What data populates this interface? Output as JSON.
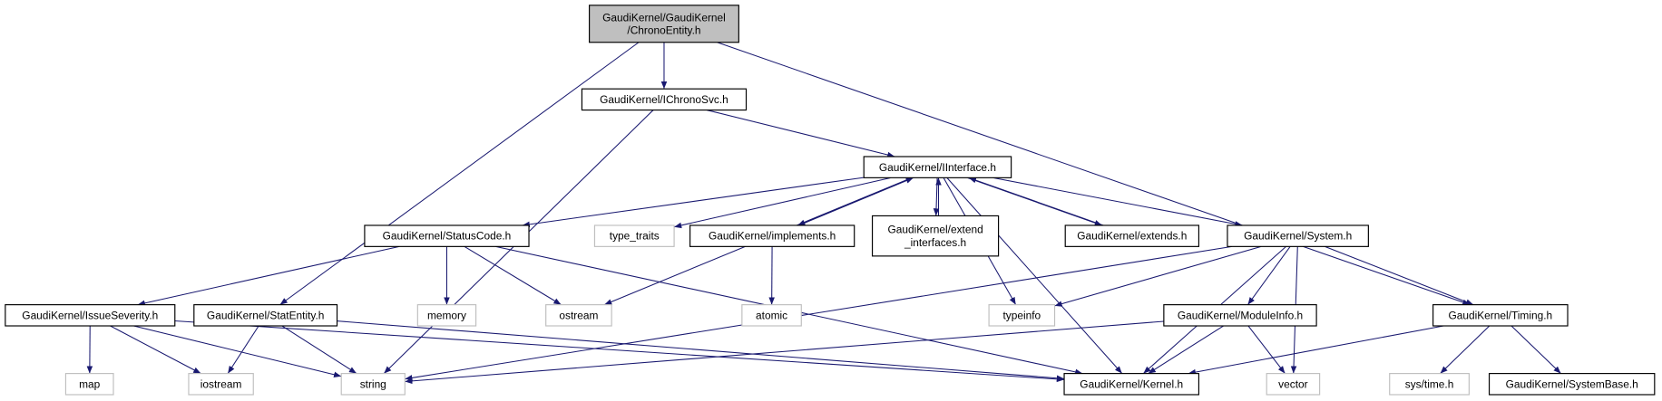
{
  "graph": {
    "edge_color": "#191970",
    "root_fill": "#bfbfbf",
    "external_border": "#bfbfbf",
    "nodes": [
      {
        "id": "chrono",
        "label": [
          "GaudiKernel/GaudiKernel",
          "/ChronoEntity.h"
        ],
        "root": true
      },
      {
        "id": "ichrono",
        "label": [
          "GaudiKernel/IChronoSvc.h"
        ]
      },
      {
        "id": "iinterface",
        "label": [
          "GaudiKernel/IInterface.h"
        ]
      },
      {
        "id": "statuscode",
        "label": [
          "GaudiKernel/StatusCode.h"
        ]
      },
      {
        "id": "type_traits",
        "label": [
          "type_traits"
        ],
        "external": true
      },
      {
        "id": "implements",
        "label": [
          "GaudiKernel/implements.h"
        ]
      },
      {
        "id": "extend_interfaces",
        "label": [
          "GaudiKernel/extend",
          "_interfaces.h"
        ]
      },
      {
        "id": "extends",
        "label": [
          "GaudiKernel/extends.h"
        ]
      },
      {
        "id": "system",
        "label": [
          "GaudiKernel/System.h"
        ]
      },
      {
        "id": "memory",
        "label": [
          "memory"
        ],
        "external": true
      },
      {
        "id": "ostream",
        "label": [
          "ostream"
        ],
        "external": true
      },
      {
        "id": "atomic",
        "label": [
          "atomic"
        ],
        "external": true
      },
      {
        "id": "typeinfo",
        "label": [
          "typeinfo"
        ],
        "external": true
      },
      {
        "id": "moduleinfo",
        "label": [
          "GaudiKernel/ModuleInfo.h"
        ]
      },
      {
        "id": "timing",
        "label": [
          "GaudiKernel/Timing.h"
        ]
      },
      {
        "id": "issueseverity",
        "label": [
          "GaudiKernel/IssueSeverity.h"
        ]
      },
      {
        "id": "statentity",
        "label": [
          "GaudiKernel/StatEntity.h"
        ]
      },
      {
        "id": "map",
        "label": [
          "map"
        ],
        "external": true
      },
      {
        "id": "iostream",
        "label": [
          "iostream"
        ],
        "external": true
      },
      {
        "id": "string",
        "label": [
          "string"
        ],
        "external": true
      },
      {
        "id": "kernel",
        "label": [
          "GaudiKernel/Kernel.h"
        ]
      },
      {
        "id": "vector",
        "label": [
          "vector"
        ],
        "external": true
      },
      {
        "id": "systime",
        "label": [
          "sys/time.h"
        ],
        "external": true
      },
      {
        "id": "systembase",
        "label": [
          "GaudiKernel/SystemBase.h"
        ]
      }
    ],
    "edges": [
      [
        "chrono",
        "ichrono"
      ],
      [
        "chrono",
        "statentity"
      ],
      [
        "chrono",
        "timing"
      ],
      [
        "ichrono",
        "iinterface"
      ],
      [
        "ichrono",
        "string"
      ],
      [
        "iinterface",
        "statuscode"
      ],
      [
        "iinterface",
        "ostream"
      ],
      [
        "iinterface",
        "type_traits"
      ],
      [
        "iinterface",
        "implements"
      ],
      [
        "iinterface",
        "extend_interfaces"
      ],
      [
        "iinterface",
        "typeinfo"
      ],
      [
        "iinterface",
        "extends"
      ],
      [
        "iinterface",
        "system"
      ],
      [
        "iinterface",
        "kernel"
      ],
      [
        "implements",
        "iinterface"
      ],
      [
        "implements",
        "atomic"
      ],
      [
        "extend_interfaces",
        "iinterface"
      ],
      [
        "extends",
        "iinterface"
      ],
      [
        "statuscode",
        "issueseverity"
      ],
      [
        "statuscode",
        "memory"
      ],
      [
        "statuscode",
        "ostream"
      ],
      [
        "statuscode",
        "kernel"
      ],
      [
        "system",
        "typeinfo"
      ],
      [
        "system",
        "string"
      ],
      [
        "system",
        "kernel"
      ],
      [
        "system",
        "moduleinfo"
      ],
      [
        "system",
        "vector"
      ],
      [
        "system",
        "timing"
      ],
      [
        "issueseverity",
        "map"
      ],
      [
        "issueseverity",
        "iostream"
      ],
      [
        "issueseverity",
        "string"
      ],
      [
        "issueseverity",
        "kernel"
      ],
      [
        "statentity",
        "iostream"
      ],
      [
        "statentity",
        "string"
      ],
      [
        "statentity",
        "kernel"
      ],
      [
        "moduleinfo",
        "string"
      ],
      [
        "moduleinfo",
        "kernel"
      ],
      [
        "moduleinfo",
        "vector"
      ],
      [
        "timing",
        "kernel"
      ],
      [
        "timing",
        "systime"
      ],
      [
        "timing",
        "systembase"
      ]
    ]
  }
}
